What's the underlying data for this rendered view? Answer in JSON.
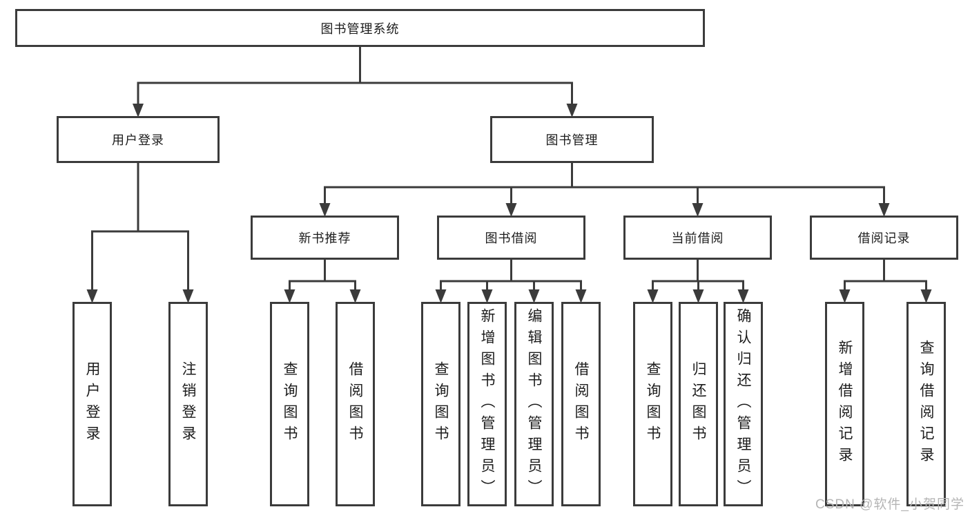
{
  "diagram": {
    "root": {
      "label": "图书管理系统"
    },
    "level2": {
      "user_login": {
        "label": "用户登录"
      },
      "book_mgmt": {
        "label": "图书管理"
      }
    },
    "level3": {
      "new_book_rec": {
        "label": "新书推荐"
      },
      "book_borrow": {
        "label": "图书借阅"
      },
      "current_borrow": {
        "label": "当前借阅"
      },
      "borrow_records": {
        "label": "借阅记录"
      }
    },
    "leaves": {
      "login_user_login": {
        "label": "用户登录"
      },
      "login_logout": {
        "label": "注销登录"
      },
      "rec_query_books": {
        "label": "查询图书"
      },
      "rec_borrow_books": {
        "label": "借阅图书"
      },
      "borrow_query_books": {
        "label": "查询图书"
      },
      "borrow_add_books": {
        "label": "新增图书（管理员）"
      },
      "borrow_edit_books": {
        "label": "编辑图书（管理员）"
      },
      "borrow_borrow_books": {
        "label": "借阅图书"
      },
      "cur_query_books": {
        "label": "查询图书"
      },
      "cur_return_books": {
        "label": "归还图书"
      },
      "cur_confirm_return": {
        "label": "确认归还（管理员）"
      },
      "hist_add_record": {
        "label": "新增借阅记录"
      },
      "hist_query_record": {
        "label": "查询借阅记录"
      }
    }
  },
  "watermark": {
    "text": "CSDN @软件_小贺同学"
  },
  "colors": {
    "line": "#3b3b3b",
    "text": "#1c1c1c",
    "watermark": "#b5b5b5",
    "background": "#ffffff"
  }
}
